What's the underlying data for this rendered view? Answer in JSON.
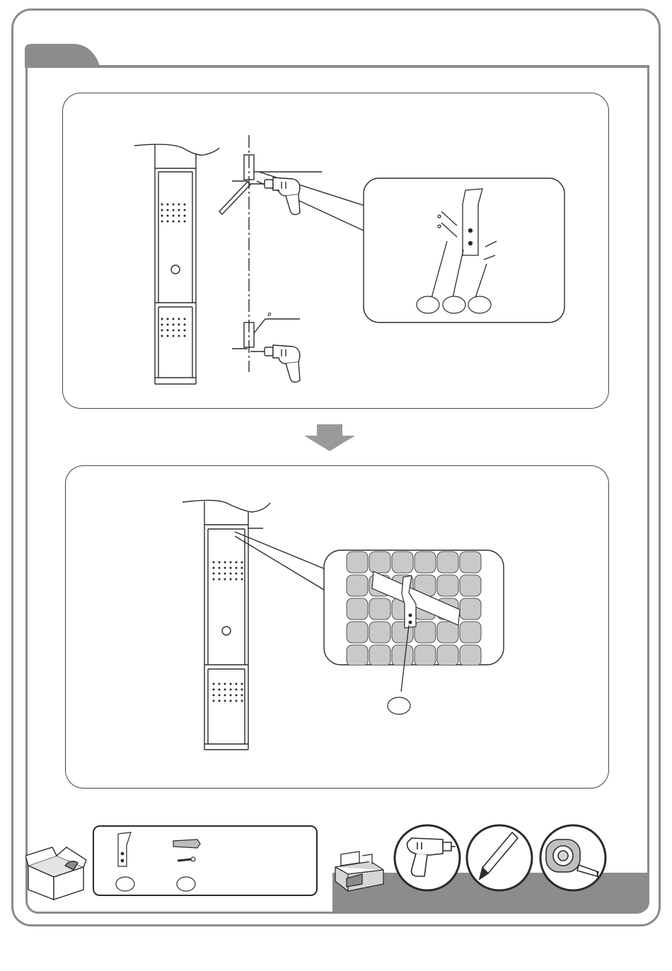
{
  "page": {
    "step_tab_label": ""
  },
  "panel_top": {
    "name": "drilling-panel",
    "detail_part_labels": [
      "",
      "",
      ""
    ],
    "diameter_symbol": "ø"
  },
  "panel_bottom": {
    "name": "mounting-panel",
    "detail_part_label": ""
  },
  "parts_box": {
    "part_labels": [
      "",
      ""
    ]
  },
  "tools": {
    "icons": [
      "drill-icon",
      "pencil-icon",
      "tape-measure-icon"
    ]
  },
  "colors": {
    "frame_outline": "#8a8a8a",
    "tab_fill": "#8c8c8c",
    "arrow_fill": "#9a9a9a",
    "footer_fill": "#8c8c8c",
    "line": "#2a2a2a"
  }
}
